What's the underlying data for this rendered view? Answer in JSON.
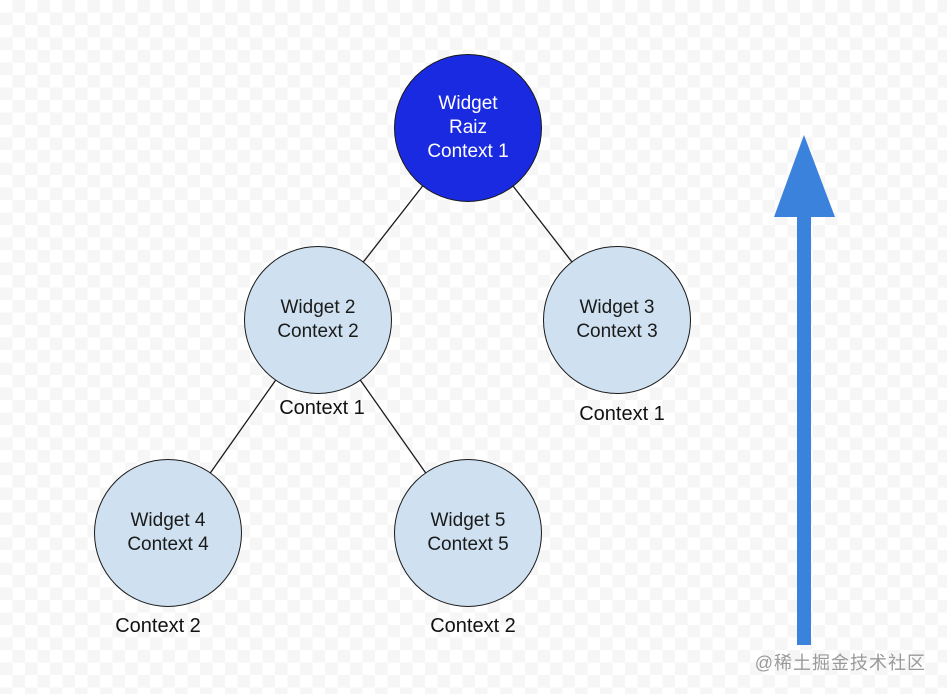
{
  "colors": {
    "root_fill": "#1a2ae0",
    "root_text": "#ffffff",
    "child_fill": "#cfe1f1",
    "node_border": "#1a1a1a",
    "edge": "#1a1a1a",
    "arrow": "#3b82dc",
    "label_text": "#111111",
    "watermark_text": "#9a9a9a"
  },
  "nodes": {
    "root": {
      "lines": [
        "Widget",
        "Raiz",
        "Context 1"
      ]
    },
    "widget2": {
      "lines": [
        "Widget 2",
        "Context 2"
      ]
    },
    "widget3": {
      "lines": [
        "Widget 3",
        "Context 3"
      ]
    },
    "widget4": {
      "lines": [
        "Widget 4",
        "Context 4"
      ]
    },
    "widget5": {
      "lines": [
        "Widget 5",
        "Context 5"
      ]
    }
  },
  "labels": {
    "under_widget2": "Context 1",
    "under_widget3": "Context 1",
    "under_widget4": "Context 2",
    "under_widget5": "Context 2"
  },
  "watermark": "@稀土掘金技术社区"
}
